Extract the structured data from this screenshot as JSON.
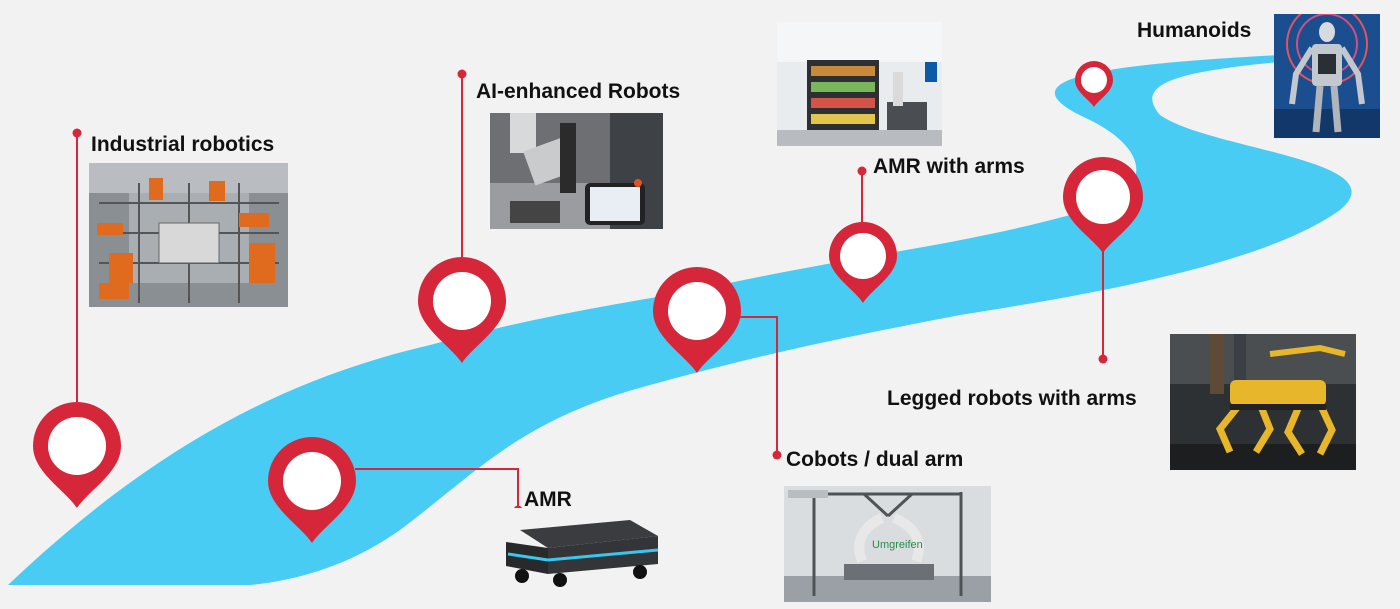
{
  "diagram": {
    "path_color": "#48ccf4",
    "pin_color": "#d6263a",
    "line_color": "#d6263a",
    "background": "#f2f2f2"
  },
  "milestones": [
    {
      "id": "industrial",
      "label": "Industrial robotics",
      "photo": "factory-robots-photo"
    },
    {
      "id": "amr",
      "label": "AMR",
      "photo": "mobile-robot-photo"
    },
    {
      "id": "ai",
      "label": "AI-enhanced Robots",
      "photo": "robot-arm-tablet-photo"
    },
    {
      "id": "cobots",
      "label": "Cobots / dual arm",
      "photo": "dual-arm-cell-photo",
      "photo_text": "Umgreifen"
    },
    {
      "id": "amr_arms",
      "label": "AMR with arms",
      "photo": "retail-shelf-robot-photo"
    },
    {
      "id": "legged",
      "label": "Legged robots with arms",
      "photo": "robot-dog-photo"
    },
    {
      "id": "humanoids",
      "label": "Humanoids",
      "photo": "humanoid-robot-photo"
    }
  ]
}
